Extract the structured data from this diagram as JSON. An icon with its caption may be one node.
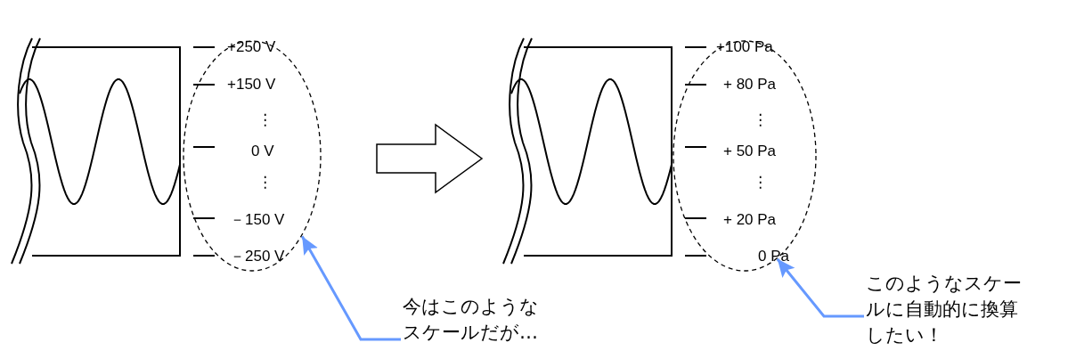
{
  "diagram": {
    "nodes": [
      {
        "text": [],
        "shape": "picture"
      },
      {
        "text": [],
        "shape": "picture"
      },
      {
        "text": [],
        "shape": "ellipse"
      },
      {
        "text": [],
        "shape": "ellipse"
      },
      {
        "text": [
          "今はこのようなスケールだが…"
        ]
      },
      {
        "text": [
          "このようなスケールに自動的に換算したい！"
        ]
      }
    ],
    "edges": [
      {
        "from": 2,
        "to": 1,
        "arrow": "to",
        "style": "thick"
      },
      {
        "from": 4,
        "to": 2,
        "arrow": "to",
        "color": "#6699ff"
      },
      {
        "from": 5,
        "to": 3,
        "arrow": "to",
        "color": "#6699ff"
      }
    ],
    "labels": [
      "+250 V",
      "+150 V",
      "⋮",
      "0 V",
      "⋮",
      "－150 V",
      "－250 V",
      "+100 Pa",
      "+ 80 Pa",
      "⋮",
      "+ 50 Pa",
      "⋮",
      "+ 20 Pa",
      "0 Pa"
    ]
  }
}
